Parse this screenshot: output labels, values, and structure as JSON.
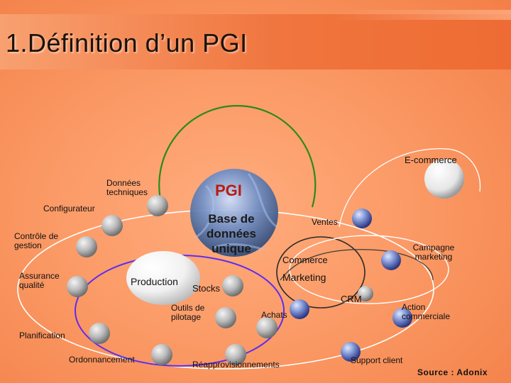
{
  "title": "1.Définition d’un PGI",
  "center": {
    "title": "PGI",
    "text": "Base de données unique"
  },
  "labels": {
    "ecommerce": "E-commerce",
    "donnees_techniques": "Données techniques",
    "configurateur": "Configurateur",
    "controle_gestion": "Contrôle de gestion",
    "assurance_qualite": "Assurance qualité",
    "production": "Production",
    "stocks": "Stocks",
    "outils_pilotage": "Outils de pilotage",
    "planification": "Planification",
    "ordonnancement": "Ordonnancement",
    "reapprovisionnements": "Réapprovisionnements",
    "achats": "Achats",
    "support_client": "Support client",
    "action_commerciale": "Action commerciale",
    "crm": "CRM",
    "marketing": "Marketing",
    "commerce": "Commerce",
    "ventes": "Ventes",
    "campagne_marketing": "Campagne marketing"
  },
  "source": "Source : Adonix",
  "colors": {
    "background": "#f4884f",
    "green_ring": "#2a8a1a",
    "production_ring": "#5c2df0",
    "commerce_ring": "#2a2a2a",
    "white_ring": "#ffffff",
    "pgi_title": "#b71c12"
  },
  "icons": {
    "node_gray": "gray-sphere",
    "node_blue": "blue-sphere",
    "center": "globe-sphere"
  }
}
